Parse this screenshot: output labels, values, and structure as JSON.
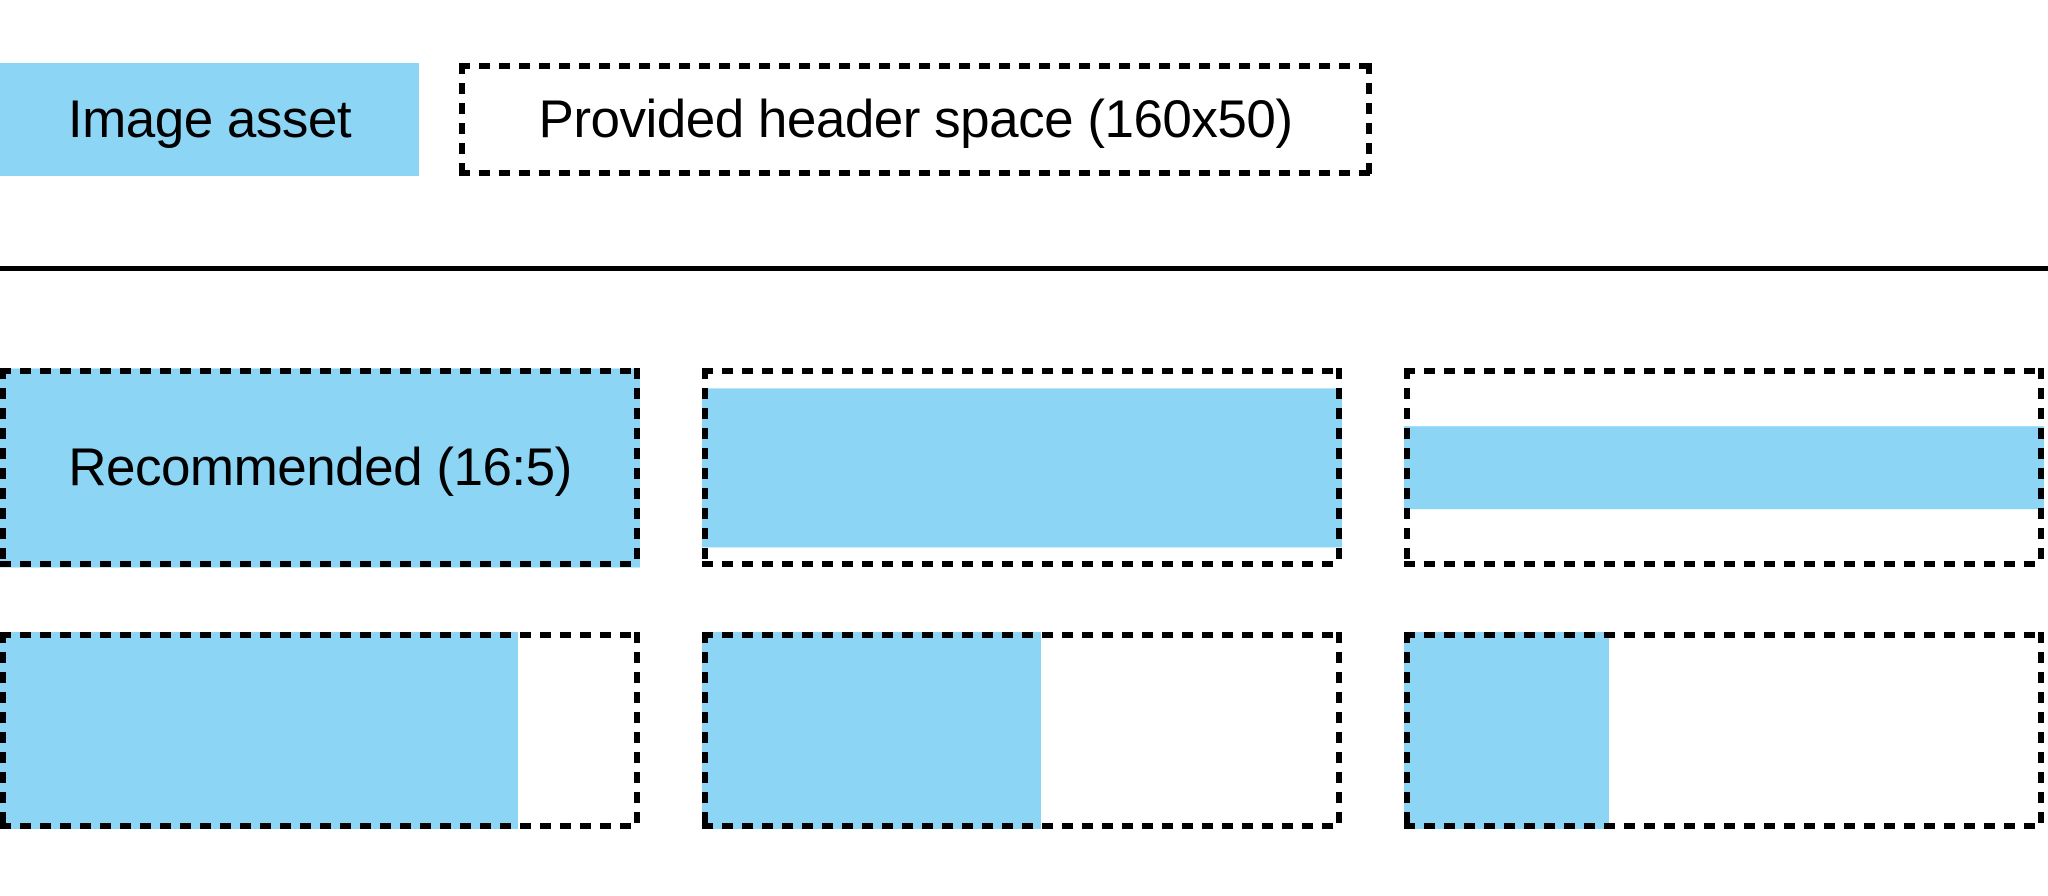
{
  "colors": {
    "accent": "#8CD5F5",
    "ink": "#000000"
  },
  "legend": {
    "image_asset_label": "Image asset",
    "header_space_label": "Provided header space (160x50)"
  },
  "header_space": {
    "width": 160,
    "height": 50
  },
  "grid": {
    "recommended_ratio": "16:5",
    "cells": [
      {
        "id": "recommended",
        "row": 1,
        "col": 1,
        "label": "Recommended (16:5)",
        "fill": {
          "width_pct": 100,
          "height_pct": 100
        },
        "fill_alignment": "full"
      },
      {
        "id": "wide-letterbox",
        "row": 1,
        "col": 2,
        "label": "",
        "fill": {
          "width_pct": 100,
          "height_pct": 80
        },
        "fill_alignment": "vertical-center"
      },
      {
        "id": "wider-letterbox",
        "row": 1,
        "col": 3,
        "label": "",
        "fill": {
          "width_pct": 100,
          "height_pct": 42
        },
        "fill_alignment": "vertical-center"
      },
      {
        "id": "narrow-pillar",
        "row": 2,
        "col": 1,
        "label": "",
        "fill": {
          "width_pct": 81,
          "height_pct": 100
        },
        "fill_alignment": "left"
      },
      {
        "id": "narrower-pillar",
        "row": 2,
        "col": 2,
        "label": "",
        "fill": {
          "width_pct": 53,
          "height_pct": 100
        },
        "fill_alignment": "left"
      },
      {
        "id": "narrowest-pillar",
        "row": 2,
        "col": 3,
        "label": "",
        "fill": {
          "width_pct": 32,
          "height_pct": 100
        },
        "fill_alignment": "left"
      }
    ]
  }
}
